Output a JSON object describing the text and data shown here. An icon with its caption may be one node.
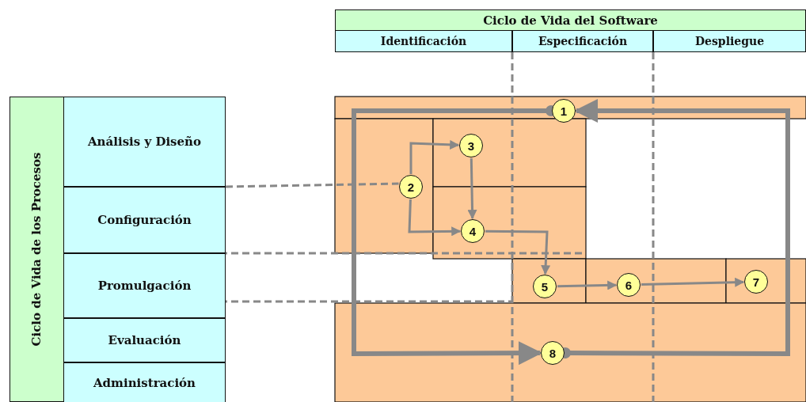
{
  "diagram": {
    "nodes": [
      {
        "text": [
          "Ciclo de Vida del Software"
        ]
      },
      {
        "text": [
          "Identificación"
        ]
      },
      {
        "text": [
          "Especificación"
        ]
      },
      {
        "text": [
          "Despliegue"
        ]
      },
      {
        "text": [
          "Ciclo de Vida de los Procesos"
        ]
      },
      {
        "text": [
          "Análisis y Diseño"
        ]
      },
      {
        "text": [
          "Configuración"
        ]
      },
      {
        "text": [
          "Promulgación"
        ]
      },
      {
        "text": [
          "Evaluación"
        ]
      },
      {
        "text": [
          "Administración"
        ]
      },
      {
        "text": [
          "1"
        ]
      },
      {
        "text": [
          "2"
        ]
      },
      {
        "text": [
          "3"
        ]
      },
      {
        "text": [
          "4"
        ]
      },
      {
        "text": [
          "5"
        ]
      },
      {
        "text": [
          "6"
        ]
      },
      {
        "text": [
          "7"
        ]
      },
      {
        "text": [
          "8"
        ]
      }
    ],
    "edges": [
      {
        "from": 11,
        "to": 12,
        "arrow": "to"
      },
      {
        "from": 11,
        "to": 13,
        "arrow": "to"
      },
      {
        "from": 12,
        "to": 13,
        "arrow": "to"
      },
      {
        "from": 13,
        "to": 14,
        "arrow": "to"
      },
      {
        "from": 14,
        "to": 15,
        "arrow": "to"
      },
      {
        "from": 15,
        "to": 16,
        "arrow": "to"
      },
      {
        "from": 17,
        "to": 10,
        "arrow": "to",
        "style": "thick"
      },
      {
        "from": 10,
        "to": 17,
        "arrow": "to",
        "style": "thick"
      },
      {
        "from": 5,
        "to": 11,
        "arrow": "none",
        "style": "dashed"
      }
    ]
  }
}
